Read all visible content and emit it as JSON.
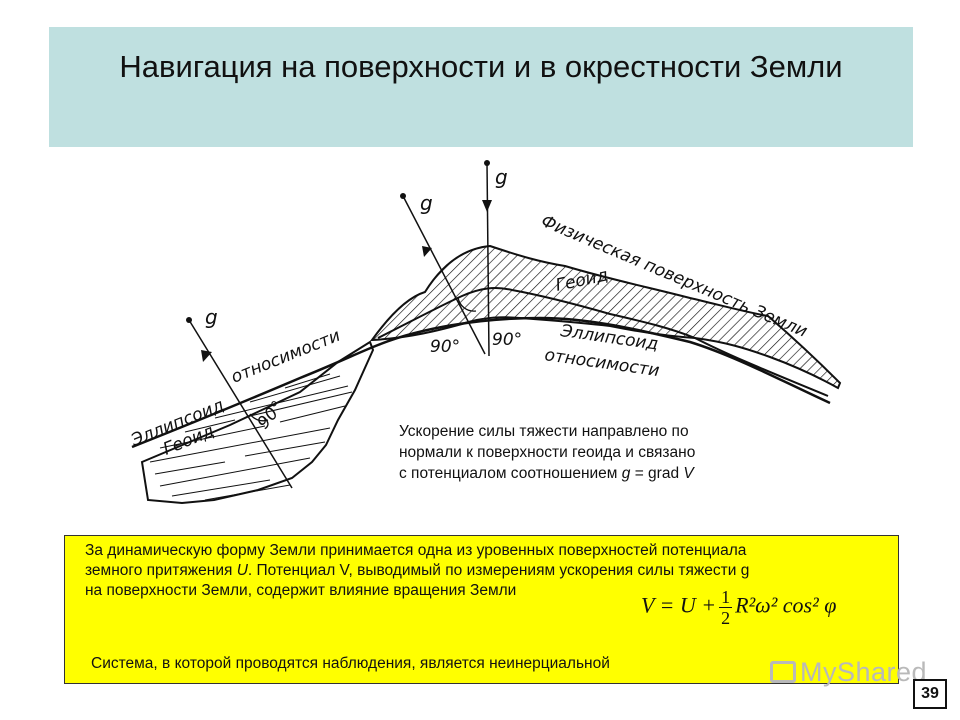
{
  "title": "Навигация на поверхности и в окрестности Земли",
  "diagram": {
    "labels": {
      "g_left": "g",
      "g_mid": "g",
      "g_top": "g",
      "physical_surface": "Физическая поверхность Земли",
      "geoid_right": "Геоид",
      "ellipsoid_right_1": "Эллипсоид",
      "ellipsoid_right_2": "относимости",
      "ellipsoid_left_1": "Эллипсоид",
      "ellipsoid_left_2": "относимости",
      "geoid_left": "Геоид",
      "angle_left": "90°",
      "angle_mid1": "90°",
      "angle_mid2": "90°"
    }
  },
  "note": {
    "line1": "Ускорение силы тяжести направлено по",
    "line2": "нормали к поверхности геоида и связано",
    "line3_prefix": "с потенциалом соотношением ",
    "line3_var": "g",
    "line3_suffix": " = grad ",
    "line3_var2": "V"
  },
  "box": {
    "line1": "За динамическую форму Земли принимается одна из уровенных поверхностей потенциала",
    "line2_prefix": "земного притяжения ",
    "line2_var": "U",
    "line2_suffix": ". Потенциал V, выводимый по измерениям ускорения силы тяжести g",
    "line3": "на поверхности Земли, содержит влияние вращения Земли",
    "formula": {
      "lhs": "V = U +",
      "num": "1",
      "den": "2",
      "rhs": "R²ω² cos² φ"
    },
    "system": "Система, в которой проводятся наблюдения, является неинерциальной"
  },
  "watermark": "MyShared",
  "page_number": "39"
}
